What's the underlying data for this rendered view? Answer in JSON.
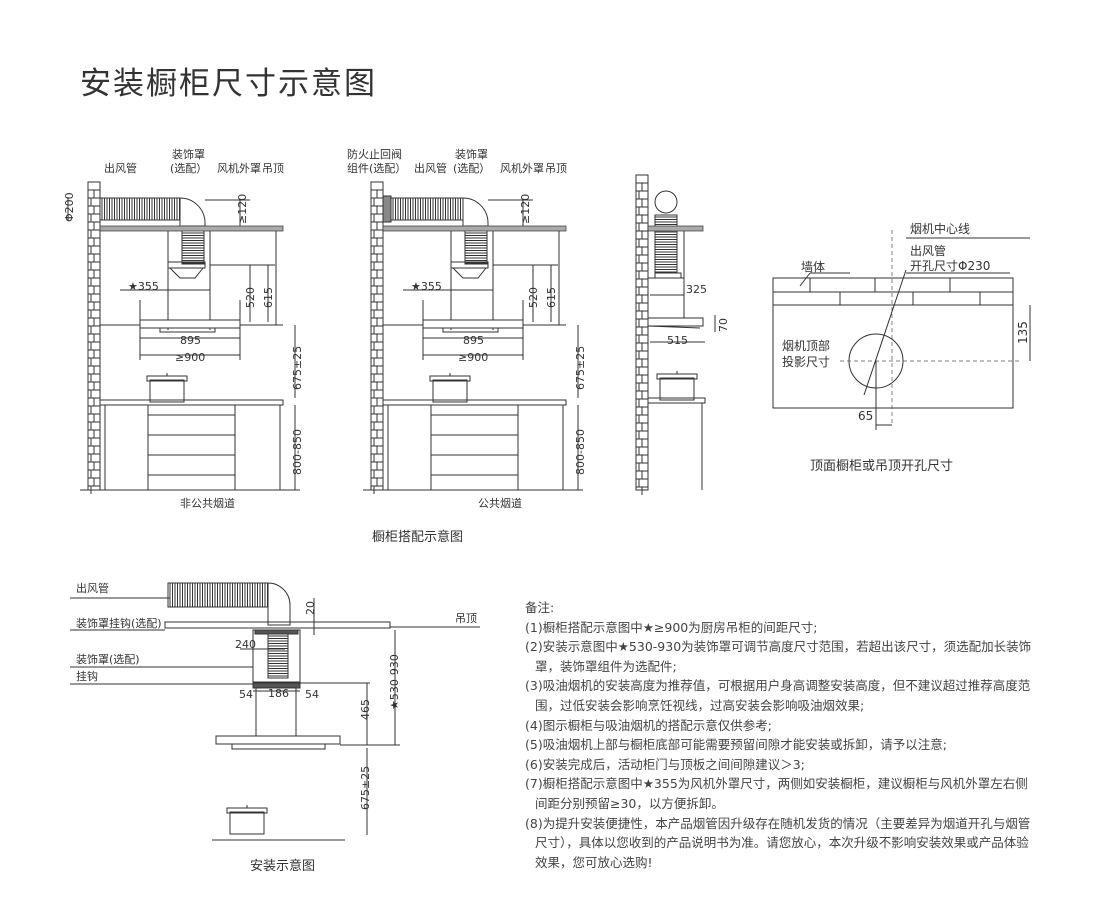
{
  "title": "安装橱柜尺寸示意图",
  "panel1": {
    "outlet_duct": "出风管",
    "cover": "装饰罩",
    "cover_opt": "(选配）",
    "fan_cover": "风机外罩",
    "ceiling": "吊顶",
    "dia": "Φ200",
    "gap": "≥120",
    "fan_w": "★355",
    "h520": "520",
    "h615": "615",
    "w895": "895",
    "w900": "≥900",
    "h675": "675±25",
    "h800": "800-850",
    "caption": "非公共烟道"
  },
  "panel2": {
    "valve": "防火止回阀",
    "valve2": "组件(选配）",
    "outlet_duct": "出风管",
    "cover": "装饰罩",
    "cover_opt": "(选配）",
    "fan_cover": "风机外罩",
    "ceiling": "吊顶",
    "gap": "≥120",
    "fan_w": "★355",
    "h520": "520",
    "h615": "615",
    "w895": "895",
    "w900": "≥900",
    "h675": "675±25",
    "h800": "800-850",
    "caption": "公共烟道"
  },
  "panel3": {
    "d325": "325",
    "d70": "70",
    "d515": "515"
  },
  "panel4": {
    "centerline": "烟机中心线",
    "outlet1": "出风管",
    "outlet2": "开孔尺寸Φ230",
    "wall": "墙体",
    "proj1": "烟机顶部",
    "proj2": "投影尺寸",
    "d135": "135",
    "d65": "65",
    "caption": "顶面橱柜或吊顶开孔尺寸"
  },
  "cabinet_caption": "橱柜搭配示意图",
  "install": {
    "outlet_duct": "出风管",
    "hook_opt": "装饰罩挂钩(选配)",
    "cover_opt": "装饰罩(选配)",
    "hook": "挂钩",
    "ceiling": "吊顶",
    "d20": "20",
    "d240": "240",
    "d54a": "54",
    "d186": "186",
    "d54b": "54",
    "d465": "465",
    "range": "★530-930",
    "h675": "675±25",
    "caption": "安装示意图"
  },
  "notes": {
    "heading": "备注:",
    "items": [
      "(1)橱柜搭配示意图中★≥900为厨房吊柜的间距尺寸;",
      "(2)安装示意图中★530-930为装饰罩可调节高度尺寸范围，若超出该尺寸，须选配加长装饰罩，装饰罩组件为选配件;",
      "(3)吸油烟机的安装高度为推荐值，可根据用户身高调整安装高度，但不建议超过推荐高度范围，过低安装会影响烹饪视线，过高安装会影响吸油烟效果;",
      "(4)图示橱柜与吸油烟机的搭配示意仅供参考;",
      "(5)吸油烟机上部与橱柜底部可能需要预留间隙才能安装或拆卸，请予以注意;",
      "(6)安装完成后，活动柜门与顶板之间间隙建议＞3;",
      "(7)橱柜搭配示意图中★355为风机外罩尺寸，两侧如安装橱柜，建议橱柜与风机外罩左右侧间距分别预留≥30，以方便拆卸。",
      "(8)为提升安装便捷性，本产品烟管因升级存在随机发货的情况（主要差异为烟道开孔与烟管尺寸），具体以您收到的产品说明书为准。请您放心，本次升级不影响安装效果或产品体验效果，您可放心选购!"
    ]
  }
}
